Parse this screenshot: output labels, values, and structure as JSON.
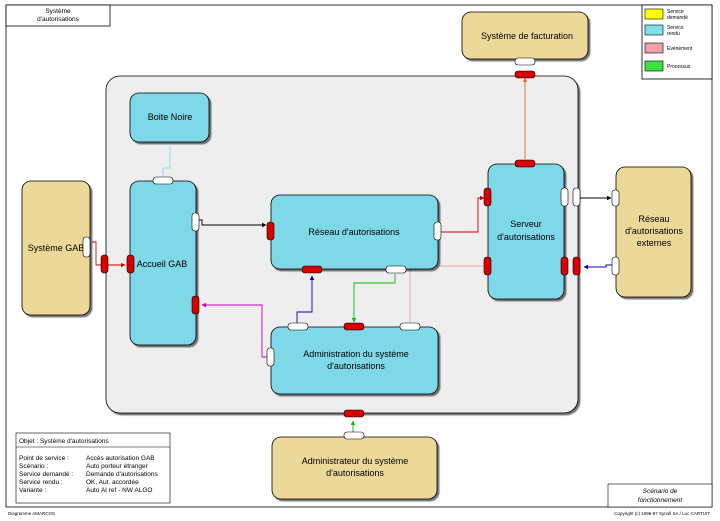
{
  "frame": {
    "title_line1": "Système",
    "title_line2": "d'autorisations",
    "footer_left": "Diagramme AMARCOS",
    "footer_right": "Copyright (c)  1996-97 Synoll SA / Luc CARTUIT"
  },
  "legend": [
    {
      "label_line1": "Service",
      "label_line2": "demandé",
      "color": "#ffff00"
    },
    {
      "label_line1": "Service",
      "label_line2": "rendu",
      "color": "#7fe0ea"
    },
    {
      "label_line1": "Evénement",
      "label_line2": "",
      "color": "#f0a0a8"
    },
    {
      "label_line1": "Processus",
      "label_line2": "",
      "color": "#40e040"
    }
  ],
  "nodes": {
    "facturation": {
      "label": "Système de facturation"
    },
    "boite_noire": {
      "label": "Boite Noire"
    },
    "systeme_gab": {
      "label": "Système GAB"
    },
    "accueil_gab": {
      "label": "Accueil GAB"
    },
    "reseau": {
      "label": "Réseau d'autorisations"
    },
    "serveur": {
      "line1": "Serveur",
      "line2": "d'autorisations"
    },
    "reseau_ext": {
      "line1": "Réseau",
      "line2": "d'autorisations",
      "line3": "externes"
    },
    "admin_sys": {
      "line1": "Administration du système",
      "line2": "d'autorisations"
    },
    "administrateur": {
      "line1": "Administrateur du système",
      "line2": "d'autorisations"
    }
  },
  "info": {
    "objet": "Objet : Système d'autorisations",
    "rows": [
      {
        "key": "Point de service :",
        "value": "Accès autorisation GAB"
      },
      {
        "key": "Scénario :",
        "value": "Auto porteur étranger"
      },
      {
        "key": "Service demandé :",
        "value": "Demande d'autorisations"
      },
      {
        "key": "Service rendu :",
        "value": "OK, Aut. accordée"
      },
      {
        "key": "Variante :",
        "value": "Auto AI ref - NW ALGO"
      }
    ]
  },
  "scenario_box": {
    "line1": "Scénario de",
    "line2": "fonctionnement"
  },
  "colors": {
    "service_node": "#7fd8e8",
    "actor_node": "#ecd99a",
    "container": "#eeeeee",
    "port_red": "#d80000",
    "port_white": "#ffffff"
  }
}
